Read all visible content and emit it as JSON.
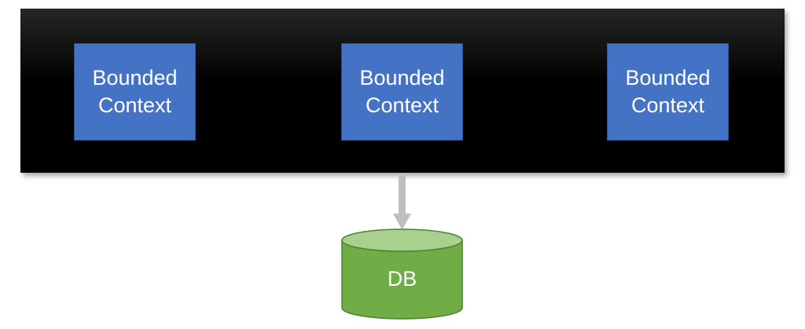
{
  "diagram": {
    "contexts": [
      {
        "line1": "Bounded",
        "line2": "Context"
      },
      {
        "line1": "Bounded",
        "line2": "Context"
      },
      {
        "line1": "Bounded",
        "line2": "Context"
      }
    ],
    "database": {
      "label": "DB"
    },
    "colors": {
      "container": "#000000",
      "context_fill": "#4472c4",
      "context_border": "#2f528f",
      "db_fill": "#70ad47",
      "db_top": "#a9d18e",
      "db_border": "#507e32",
      "arrow": "#bfbfbf",
      "text": "#ffffff"
    }
  }
}
